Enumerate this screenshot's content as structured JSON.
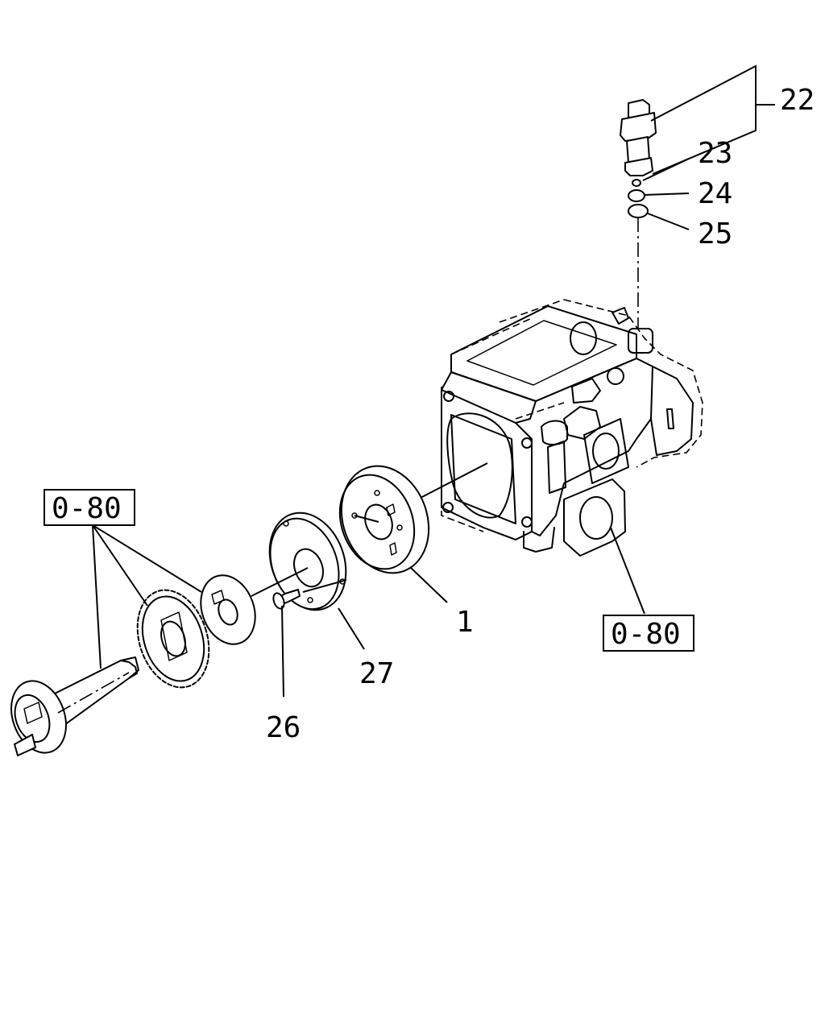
{
  "callouts": {
    "c1": "1",
    "c22": "22",
    "c23": "23",
    "c24": "24",
    "c25": "25",
    "c26": "26",
    "c27": "27"
  },
  "references": {
    "ref_left": "0-80",
    "ref_right": "0-80"
  }
}
